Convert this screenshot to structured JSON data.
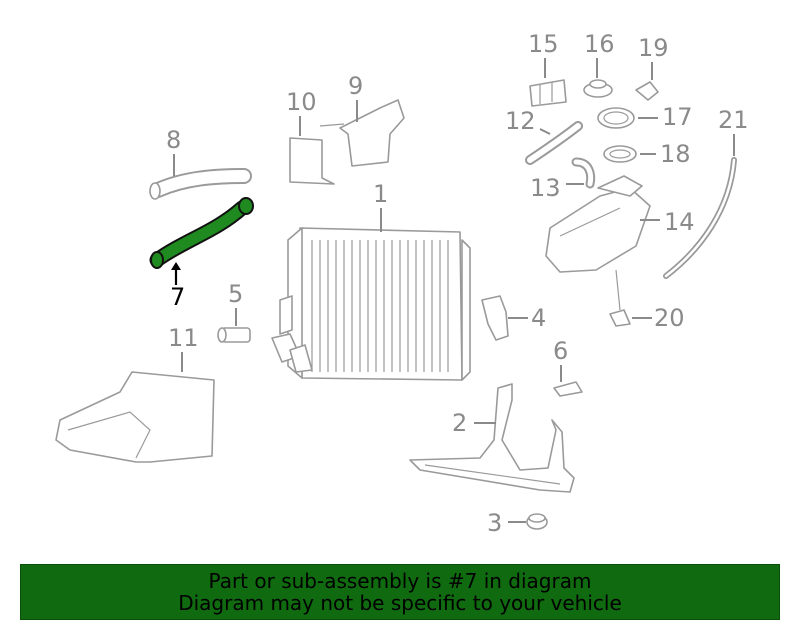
{
  "diagram": {
    "callouts": {
      "c1": "1",
      "c2": "2",
      "c3": "3",
      "c4": "4",
      "c5": "5",
      "c6": "6",
      "c7": "7",
      "c8": "8",
      "c9": "9",
      "c10": "10",
      "c11": "11",
      "c12": "12",
      "c13": "13",
      "c14": "14",
      "c15": "15",
      "c16": "16",
      "c17": "17",
      "c18": "18",
      "c19": "19",
      "c20": "20",
      "c21": "21"
    },
    "highlighted_part": "7",
    "colors": {
      "highlight": "#1f8a1f",
      "line": "#9a9a9a",
      "banner": "#106b10"
    }
  },
  "banner": {
    "line1": "Part or sub-assembly is #7 in diagram",
    "line2": "Diagram may not be specific to your vehicle"
  }
}
